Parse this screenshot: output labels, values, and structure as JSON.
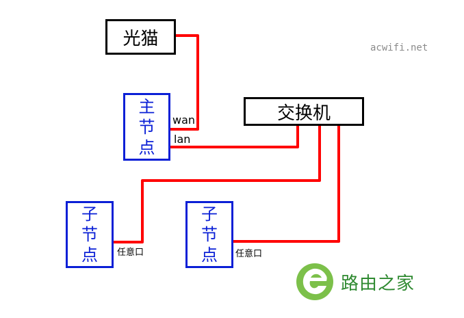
{
  "nodes": {
    "modem": "光猫",
    "switch": "交换机",
    "main_node": "主\n节\n点",
    "sub_node_left": "子\n节\n点",
    "sub_node_right": "子\n节\n点"
  },
  "ports": {
    "wan": "wan",
    "lan": "lan",
    "any_port_left": "任意口",
    "any_port_right": "任意口"
  },
  "watermark": "acwifi.net",
  "brand": {
    "name": "路由之家",
    "logo_icon": "router-home-logo-icon",
    "color": "#2f8a31"
  },
  "colors": {
    "wire": "#ff0000",
    "node_border": "#0a1fd6",
    "device_border": "#000000"
  }
}
